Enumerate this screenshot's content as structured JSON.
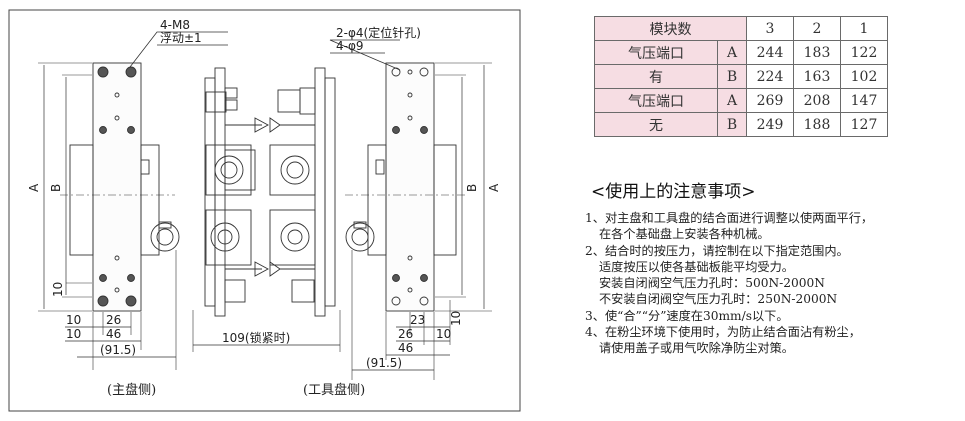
{
  "drawing": {
    "callouts": {
      "bolt_size": "4-M8",
      "float": "浮动±1",
      "pin_hole": "2-φ4(定位针孔)",
      "pin_size": "4-φ9"
    },
    "dims": {
      "A": "A",
      "B": "B",
      "ten": "10",
      "d26": "26",
      "d46": "46",
      "d915": "(91.5)",
      "d23": "23",
      "d109": "109(锁紧时)"
    },
    "captions": {
      "master": "(主盘侧)",
      "tool": "(工具盘侧)"
    }
  },
  "table": {
    "header_label": "模块数",
    "cols": [
      "3",
      "2",
      "1"
    ],
    "groups": [
      {
        "label_line1": "气压端口",
        "label_line2": "有",
        "rows": [
          {
            "key": "A",
            "values": [
              "244",
              "183",
              "122"
            ]
          },
          {
            "key": "B",
            "values": [
              "224",
              "163",
              "102"
            ]
          }
        ]
      },
      {
        "label_line1": "气压端口",
        "label_line2": "无",
        "rows": [
          {
            "key": "A",
            "values": [
              "269",
              "208",
              "147"
            ]
          },
          {
            "key": "B",
            "values": [
              "249",
              "188",
              "127"
            ]
          }
        ]
      }
    ]
  },
  "notes": {
    "title": "<使用上的注意事项>",
    "lines": [
      "1、对主盘和工具盘的结合面进行调整以使两面平行，",
      "在各个基础盘上安装各种机械。",
      "2、结合时的按压力，请控制在以下指定范围内。",
      "适度按压以使各基础板能平均受力。",
      "安装自闭阀空气压力孔时：500N-2000N",
      "不安装自闭阀空气压力孔时：250N-2000N",
      "3、使“合”“分”速度在30mm/s以下。",
      "4、在粉尘环境下使用时，为防止结合面沾有粉尘，",
      "请使用盖子或用气吹除净防尘对策。"
    ]
  }
}
